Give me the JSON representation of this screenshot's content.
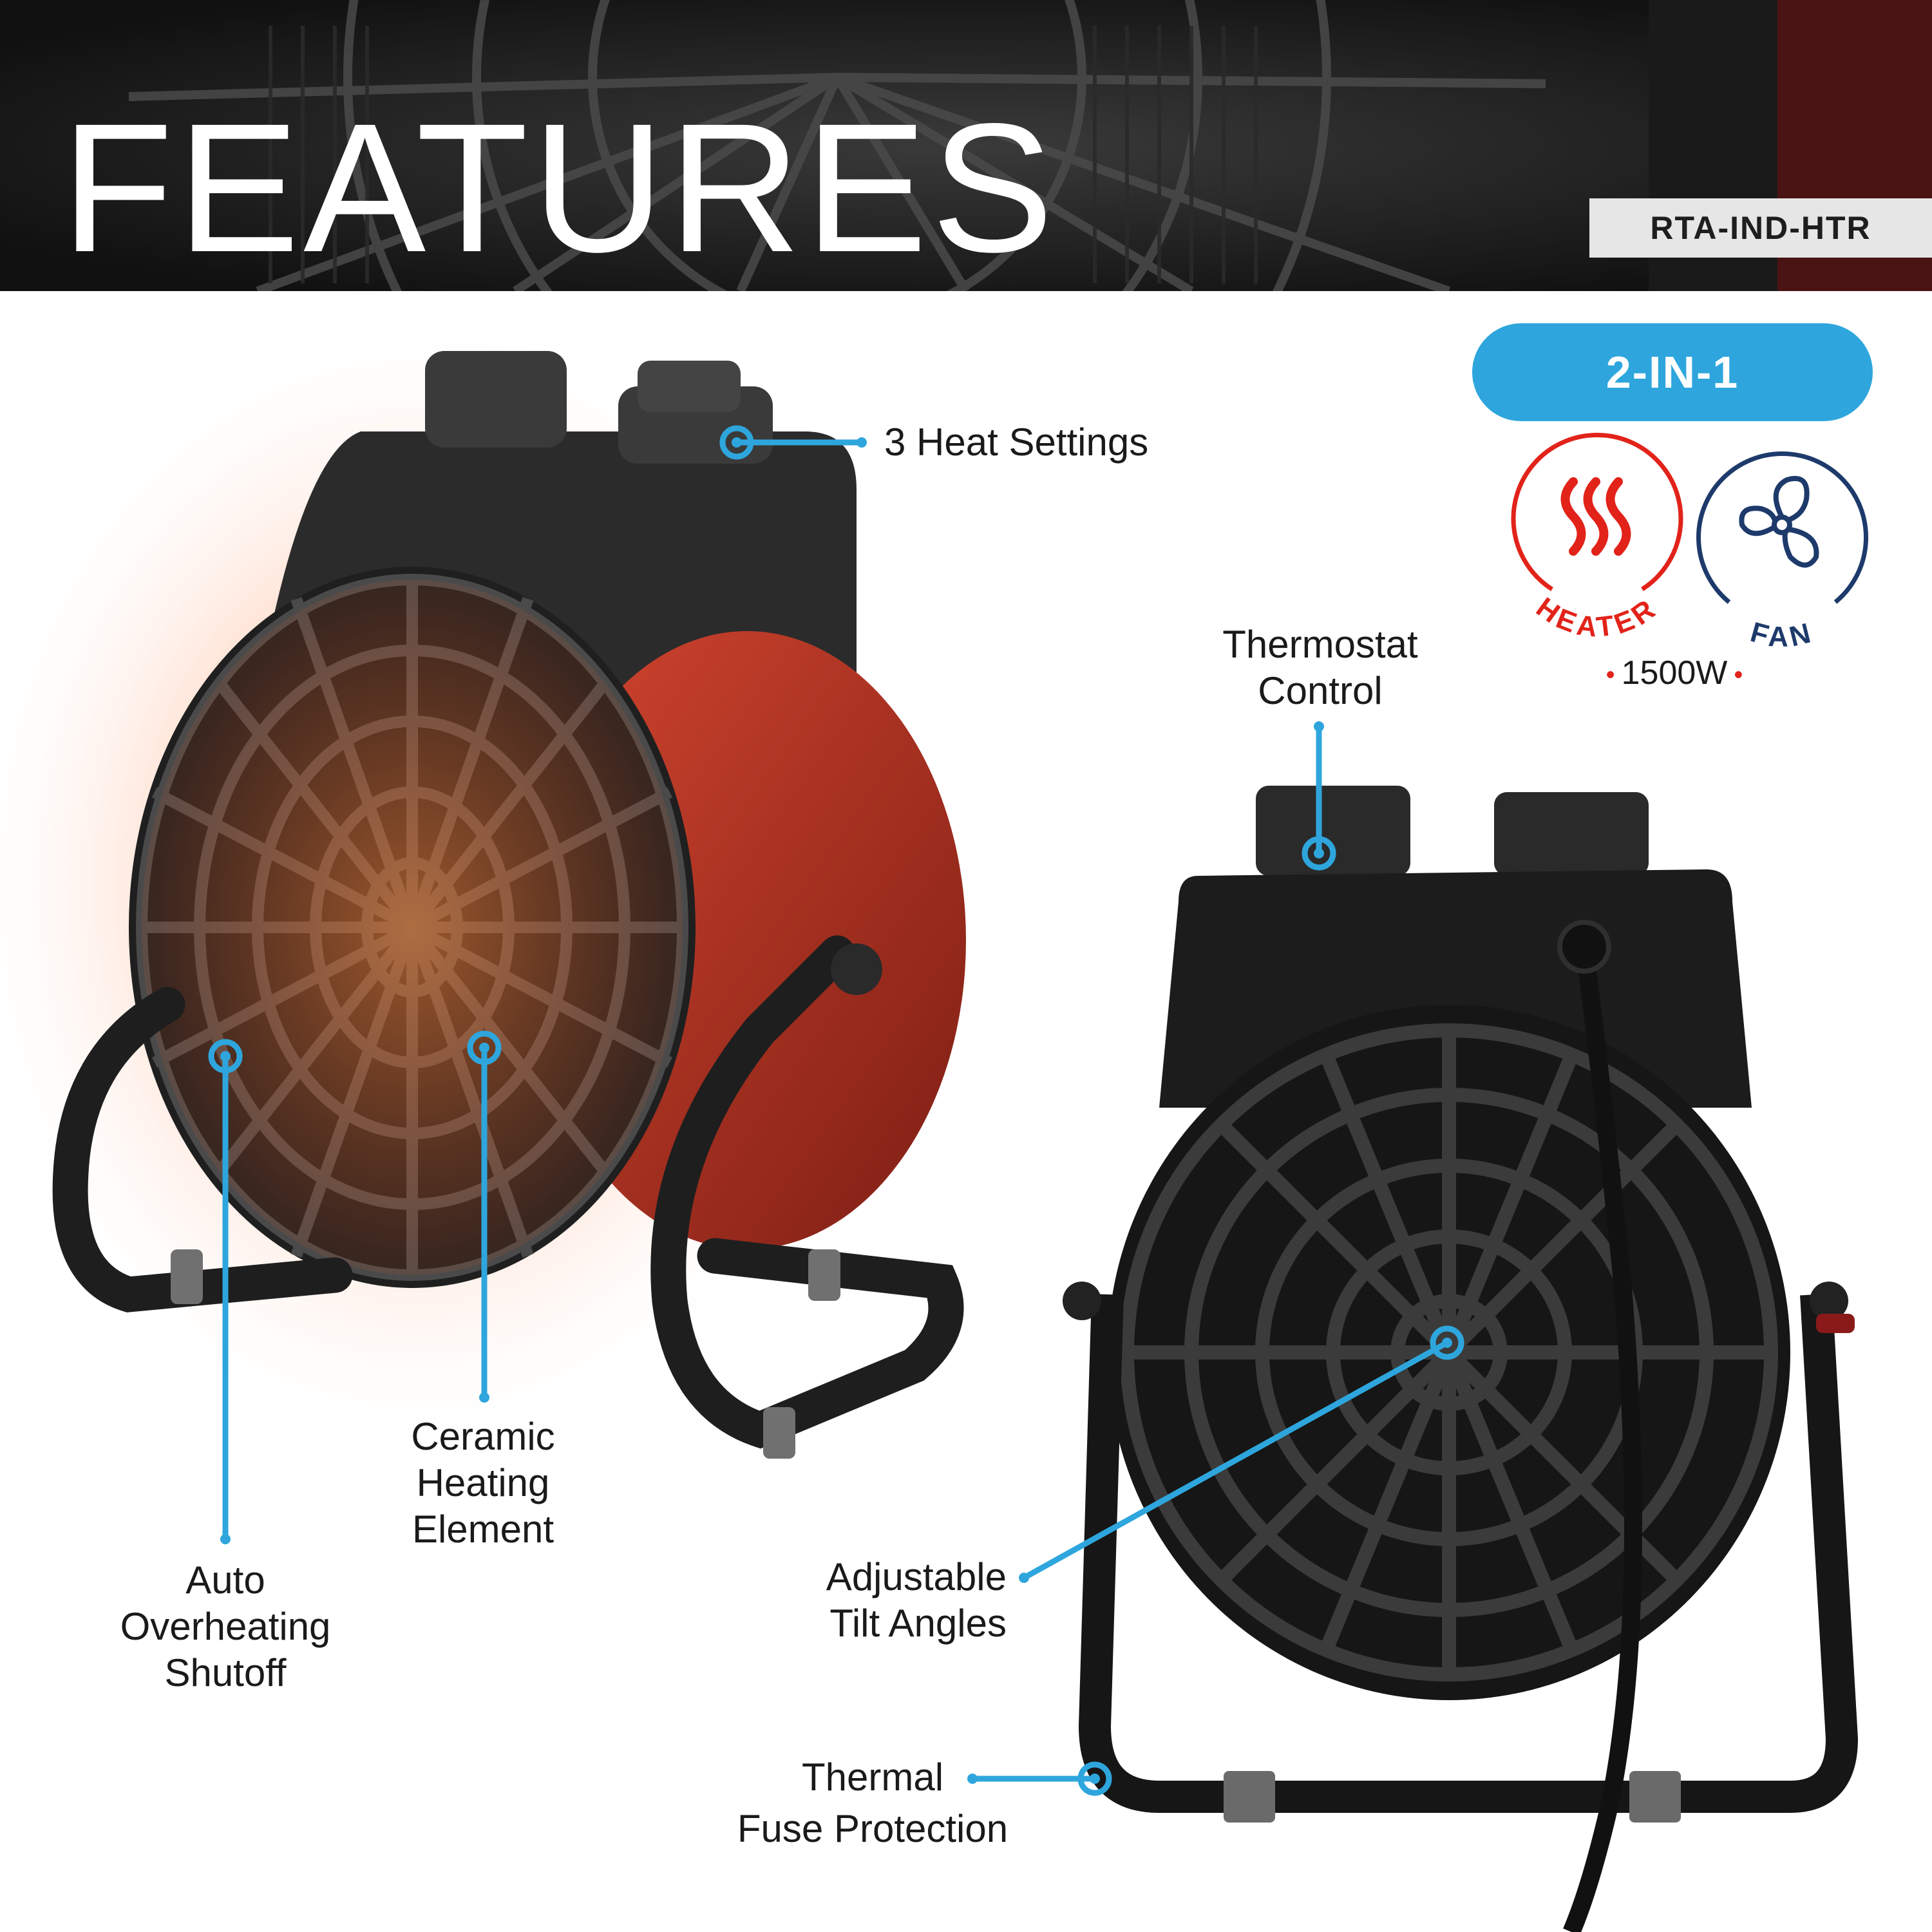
{
  "header": {
    "title": "FEATURES",
    "model": "RTA-IND-HTR"
  },
  "badge": {
    "label": "2-IN-1"
  },
  "modes": {
    "heater_label": "HEATER",
    "fan_label": "FAN",
    "power": "1500W"
  },
  "callouts": {
    "heat_settings": "3 Heat Settings",
    "thermostat": [
      "Thermostat",
      "Control"
    ],
    "ceramic": [
      "Ceramic",
      "Heating",
      "Element"
    ],
    "overheat": [
      "Auto",
      "Overheating",
      "Shutoff"
    ],
    "tilt": [
      "Adjustable",
      "Tilt Angles"
    ],
    "fuse": [
      "Thermal",
      "Fuse Protection"
    ]
  },
  "colors": {
    "accent": "#2ea6dd",
    "heater_red": "#e2231a",
    "fan_navy": "#1d3a6b",
    "body_red": "#c0392b"
  }
}
